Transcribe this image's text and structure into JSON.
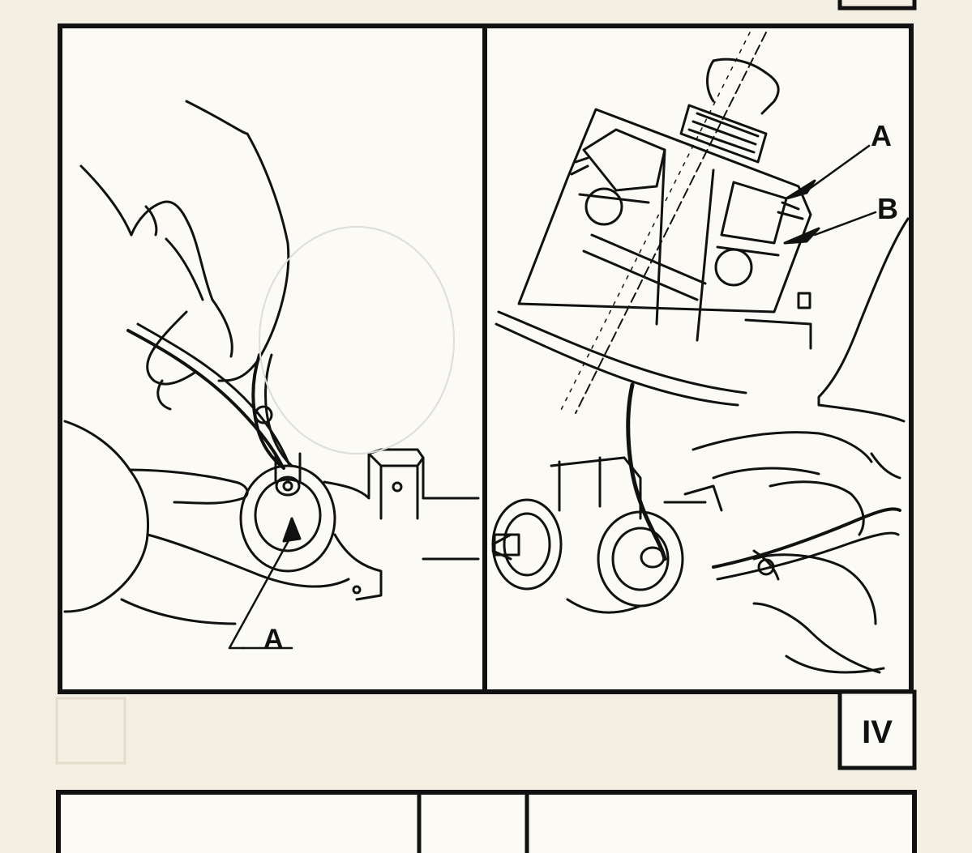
{
  "figure": {
    "left_panel": {
      "label_a": "A"
    },
    "right_panel": {
      "label_a": "A",
      "label_b": "B"
    },
    "figure_number": "IV"
  }
}
